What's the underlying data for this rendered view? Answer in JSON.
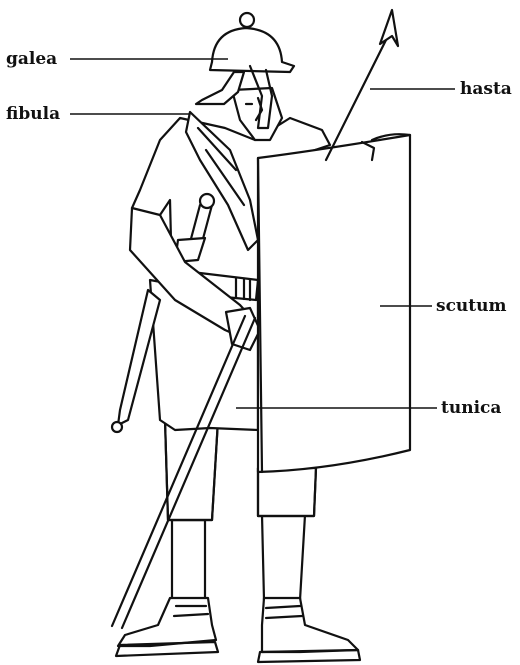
{
  "labels": {
    "galea": "galea",
    "fibula": "fibula",
    "hasta": "hasta",
    "scutum": "scutum",
    "tunica": "tunica"
  },
  "colors": {
    "ink": "#111111",
    "background": "#ffffff"
  }
}
